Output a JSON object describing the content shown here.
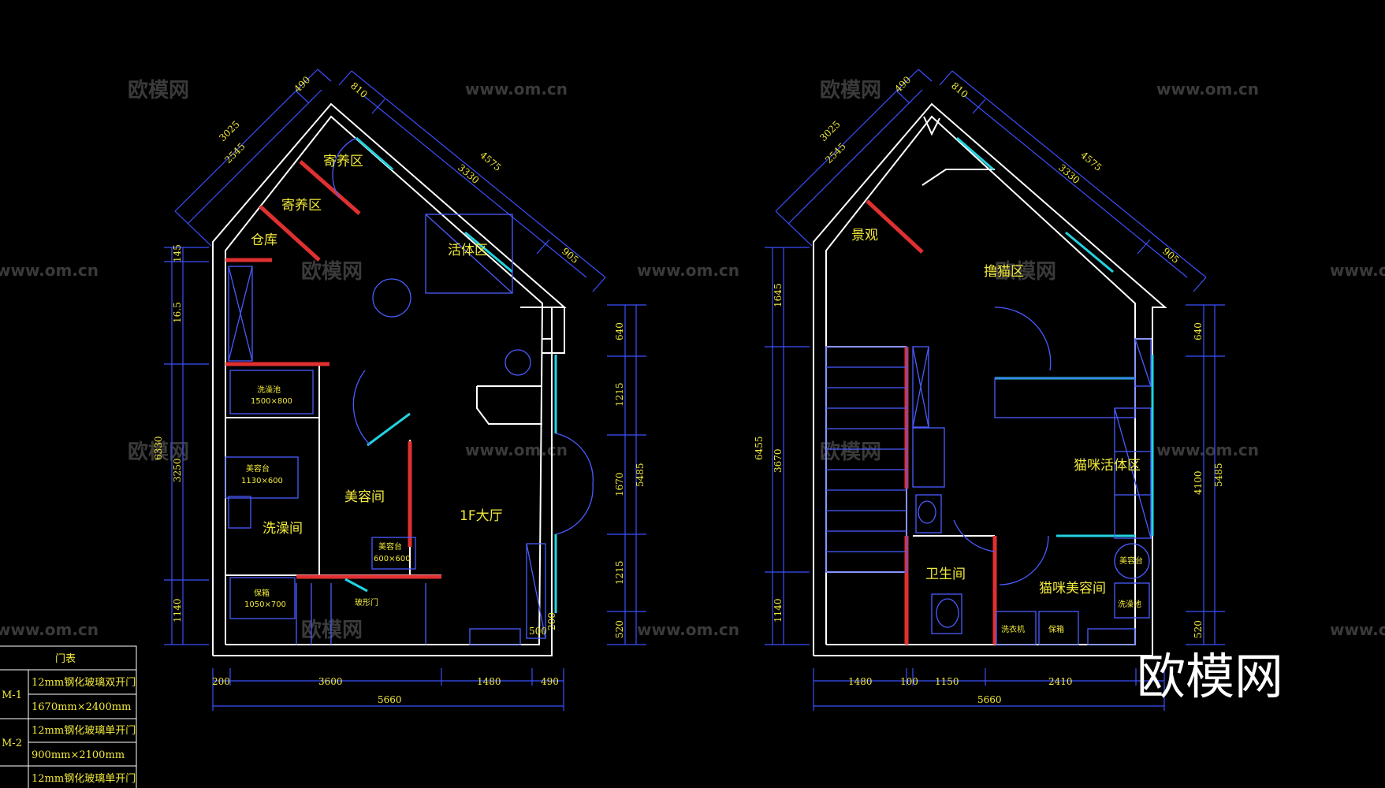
{
  "plan_left": {
    "rooms": {
      "boarding_1": "寄养区",
      "boarding_2": "寄养区",
      "storage": "仓库",
      "activity": "活体区",
      "bath_tub": "洗澡池",
      "bath_tub_size": "1500×800",
      "grooming_table_1": "美容台",
      "grooming_table_1_size": "1130×600",
      "bathroom": "洗澡间",
      "grooming_room": "美容间",
      "lobby": "1F大厅",
      "grooming_table_2": "美容台",
      "grooming_table_2_size": "600×600",
      "cabinet": "保箱",
      "cabinet_size": "1050×700",
      "glass_door": "玻形门"
    },
    "dims": {
      "top_3025": "3025",
      "top_490": "490",
      "top_2545": "2545",
      "top_810": "810",
      "top_4575": "4575",
      "top_3330": "3330",
      "top_905": "905",
      "left_145": "145",
      "left_1615": "16.5",
      "left_3250": "3250",
      "left_6330": "6330",
      "left_1140": "1140",
      "right_640": "640",
      "right_1215a": "1215",
      "right_1670": "1670",
      "right_5485": "5485",
      "right_1215b": "1215",
      "right_520": "520",
      "door_500": "500",
      "door_200": "200",
      "bottom_200": "200",
      "bottom_3600": "3600",
      "bottom_1480": "1480",
      "bottom_490": "490",
      "bottom_total": "5660"
    }
  },
  "plan_right": {
    "rooms": {
      "landscape": "景观",
      "cat_scratch": "撸猫区",
      "cat_activity": "猫咪活体区",
      "toilet": "卫生间",
      "cat_grooming": "猫咪美容间",
      "grooming_table": "美容台",
      "bath_tub": "洗澡池",
      "washer": "洗衣机",
      "cabinet": "保箱"
    },
    "dims": {
      "top_3025": "3025",
      "top_490": "490",
      "top_2545": "2545",
      "top_810": "810",
      "top_4575": "4575",
      "top_3330": "3330",
      "top_905": "905",
      "left_1645": "1645",
      "left_3670": "3670",
      "left_6455": "6455",
      "left_1140": "1140",
      "right_640": "640",
      "right_4100": "4100",
      "right_5485": "5485",
      "right_520": "520",
      "bottom_1480": "1480",
      "bottom_100": "100",
      "bottom_1150": "1150",
      "bottom_2410": "2410",
      "bottom_total": "5660"
    }
  },
  "door_table": {
    "title": "门表",
    "rows": [
      {
        "code": "M-1",
        "spec": "12mm钢化玻璃双开门",
        "size": "1670mm×2400mm"
      },
      {
        "code": "M-2",
        "spec": "12mm钢化玻璃单开门",
        "size": "900mm×2100mm"
      },
      {
        "code": "",
        "spec": "12mm钢化玻璃单开门",
        "size": ""
      }
    ]
  },
  "watermarks": {
    "brand": "欧模网",
    "url": "www.om.cn"
  },
  "logo": "欧模网",
  "colors": {
    "background": "#000000",
    "wall": "#ffffff",
    "dim_line": "#3b4fff",
    "text": "#f2ea3c",
    "glass": "#22d3e0",
    "hatch": "#e03030",
    "furniture": "#4a5cff"
  }
}
